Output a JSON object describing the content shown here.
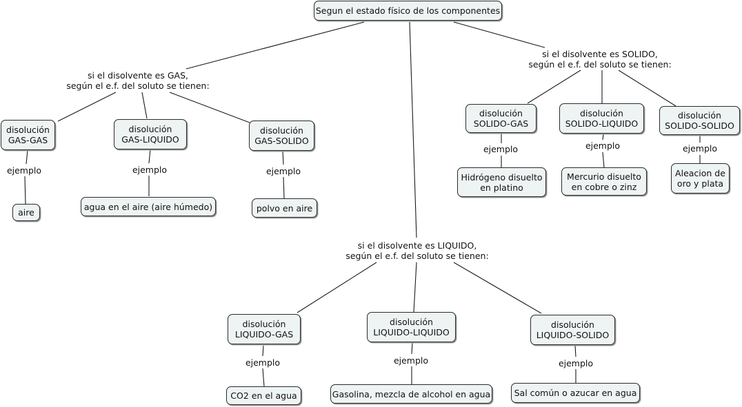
{
  "root": "Segun el estado físico de los componentes",
  "linking": {
    "gas": "si el disolvente es GAS,\nsegún el e.f. del soluto se tienen:",
    "liquido": "si el disolvente es LIQUIDO,\nsegún el e.f. del soluto se tienen:",
    "solido": "si el disolvente es SOLIDO,\nsegún el e.f. del soluto se tienen:",
    "ejemplo": "ejemplo"
  },
  "gas": {
    "types": [
      "disolución\nGAS-GAS",
      "disolución\nGAS-LIQUIDO",
      "disolución\nGAS-SOLIDO"
    ],
    "examples": [
      "aire",
      "agua en el aire (aire húmedo)",
      "polvo en aire"
    ]
  },
  "liquido": {
    "types": [
      "disolución\nLIQUIDO-GAS",
      "disolución\nLIQUIDO-LIQUIDO",
      "disolución\nLIQUIDO-SOLIDO"
    ],
    "examples": [
      "CO2 en el agua",
      "Gasolina, mezcla de alcohol en agua",
      "Sal común o azucar en agua"
    ]
  },
  "solido": {
    "types": [
      "disolución\nSOLIDO-GAS",
      "disolución\nSOLIDO-LIQUIDO",
      "disolución\nSOLIDO-SOLIDO"
    ],
    "examples": [
      "Hidrógeno disuelto\nen platino",
      "Mercurio disuelto\nen cobre o zinz",
      "Aleacion de\noro y plata"
    ]
  }
}
